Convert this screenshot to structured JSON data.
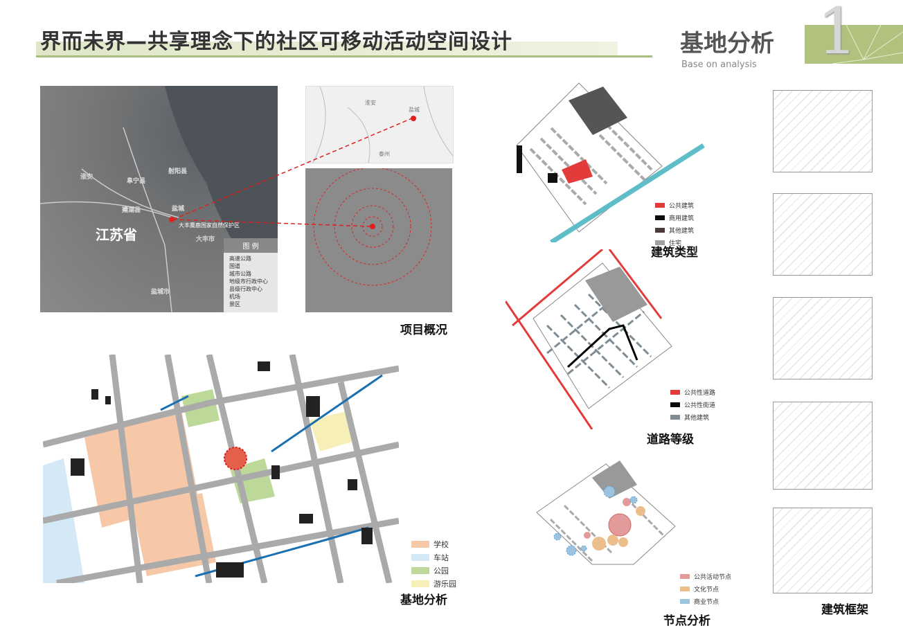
{
  "header": {
    "title": "界而未界—共享理念下的社区可移动活动空间设计",
    "section_title": "基地分析",
    "section_subtitle": "Base on analysis",
    "section_number": "1"
  },
  "overview": {
    "caption": "项目概况",
    "province_label": "江苏省",
    "cities": [
      "淮安",
      "阜宁县",
      "射阳县",
      "盐城",
      "大丰市",
      "建湖县",
      "盐城市"
    ],
    "reserve_label": "大丰麋鹿国家自然保护区",
    "legend_title": "图 例",
    "legend": [
      "高速公路",
      "国道",
      "城市公路",
      "地级市行政中心",
      "县级行政中心",
      "机场",
      "景区"
    ],
    "inset_cities": [
      "淮安",
      "盐城",
      "泰州"
    ]
  },
  "building_types": {
    "caption": "建筑类型",
    "legend": [
      {
        "label": "公共建筑",
        "color": "#e33a3a"
      },
      {
        "label": "商用建筑",
        "color": "#0a0a0a"
      },
      {
        "label": "其他建筑",
        "color": "#4a3a3a"
      },
      {
        "label": "住宅",
        "color": "#a0a0a0"
      }
    ]
  },
  "road_levels": {
    "caption": "道路等级",
    "legend": [
      {
        "label": "公共性道路",
        "color": "#e33a3a"
      },
      {
        "label": "公共性街道",
        "color": "#0a0a0a"
      },
      {
        "label": "其他建筑",
        "color": "#7f8c94"
      }
    ]
  },
  "nodes": {
    "caption": "节点分析",
    "legend": [
      {
        "label": "公共活动节点",
        "color": "#e39a9a"
      },
      {
        "label": "文化节点",
        "color": "#ebbe8c"
      },
      {
        "label": "商业节点",
        "color": "#9cc3e0"
      }
    ]
  },
  "site": {
    "caption": "基地分析",
    "legend": [
      {
        "label": "学校",
        "color": "#f6c8a8"
      },
      {
        "label": "车站",
        "color": "#d4e8f6"
      },
      {
        "label": "公园",
        "color": "#bcd99a"
      },
      {
        "label": "游乐园",
        "color": "#f6f0b8"
      }
    ]
  },
  "framework": {
    "caption": "建筑框架"
  }
}
